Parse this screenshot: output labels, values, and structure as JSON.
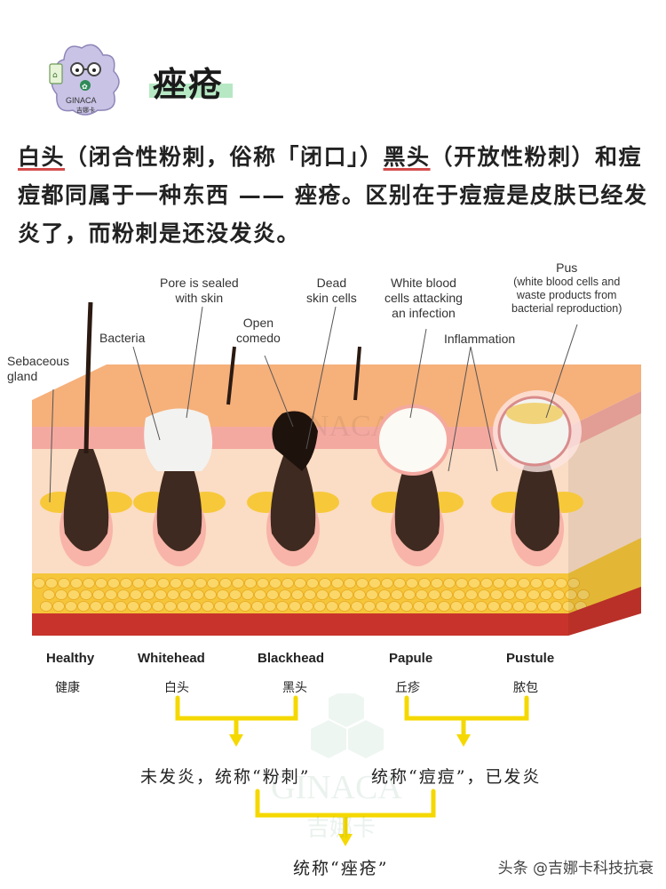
{
  "header": {
    "title": "痤疮",
    "logo_text": "GINACA",
    "logo_subtext": "吉娜卡"
  },
  "intro": {
    "p1_a": "白头",
    "p1_b": "（闭合性粉刺，俗称「闭口」）",
    "p1_c": "黑头",
    "p1_d": "（开放性粉刺）和痘痘都同属于一种东西 —— 痤疮。区别在于痘痘是皮肤已经发炎了，而粉刺是还没发炎。"
  },
  "diagram": {
    "labels": {
      "sebaceous": [
        "Sebaceous",
        "gland"
      ],
      "bacteria": "Bacteria",
      "pore_sealed": [
        "Pore is sealed",
        "with skin"
      ],
      "open_comedo": [
        "Open",
        "comedo"
      ],
      "dead_skin": [
        "Dead",
        "skin cells"
      ],
      "white_blood": [
        "White blood",
        "cells attacking",
        "an infection"
      ],
      "inflammation": "Inflammation",
      "pus": "Pus",
      "pus_detail": [
        "(white blood cells and",
        "waste products from",
        "bacterial reproduction)"
      ]
    },
    "stages": [
      {
        "en": "Healthy",
        "cn": "健康"
      },
      {
        "en": "Whitehead",
        "cn": "白头"
      },
      {
        "en": "Blackhead",
        "cn": "黑头"
      },
      {
        "en": "Papule",
        "cn": "丘疹"
      },
      {
        "en": "Pustule",
        "cn": "脓包"
      }
    ],
    "watermark_text": "GINACA",
    "watermark_cn": "吉娜卡"
  },
  "summary": {
    "not_inflamed": "未发炎，统称“粉刺”",
    "inflamed": "统称“痘痘”，已发炎",
    "all": "统称“痤疮”"
  },
  "footer": {
    "source": "头条 @吉娜卡科技抗衰"
  },
  "colors": {
    "title_highlight": "#b6e8c4",
    "underline": "#d44a4a",
    "bracket": "#f5d800",
    "skin_top": "#f7b98a",
    "fat": "#f4c430",
    "follicle": "#3e2a20"
  }
}
